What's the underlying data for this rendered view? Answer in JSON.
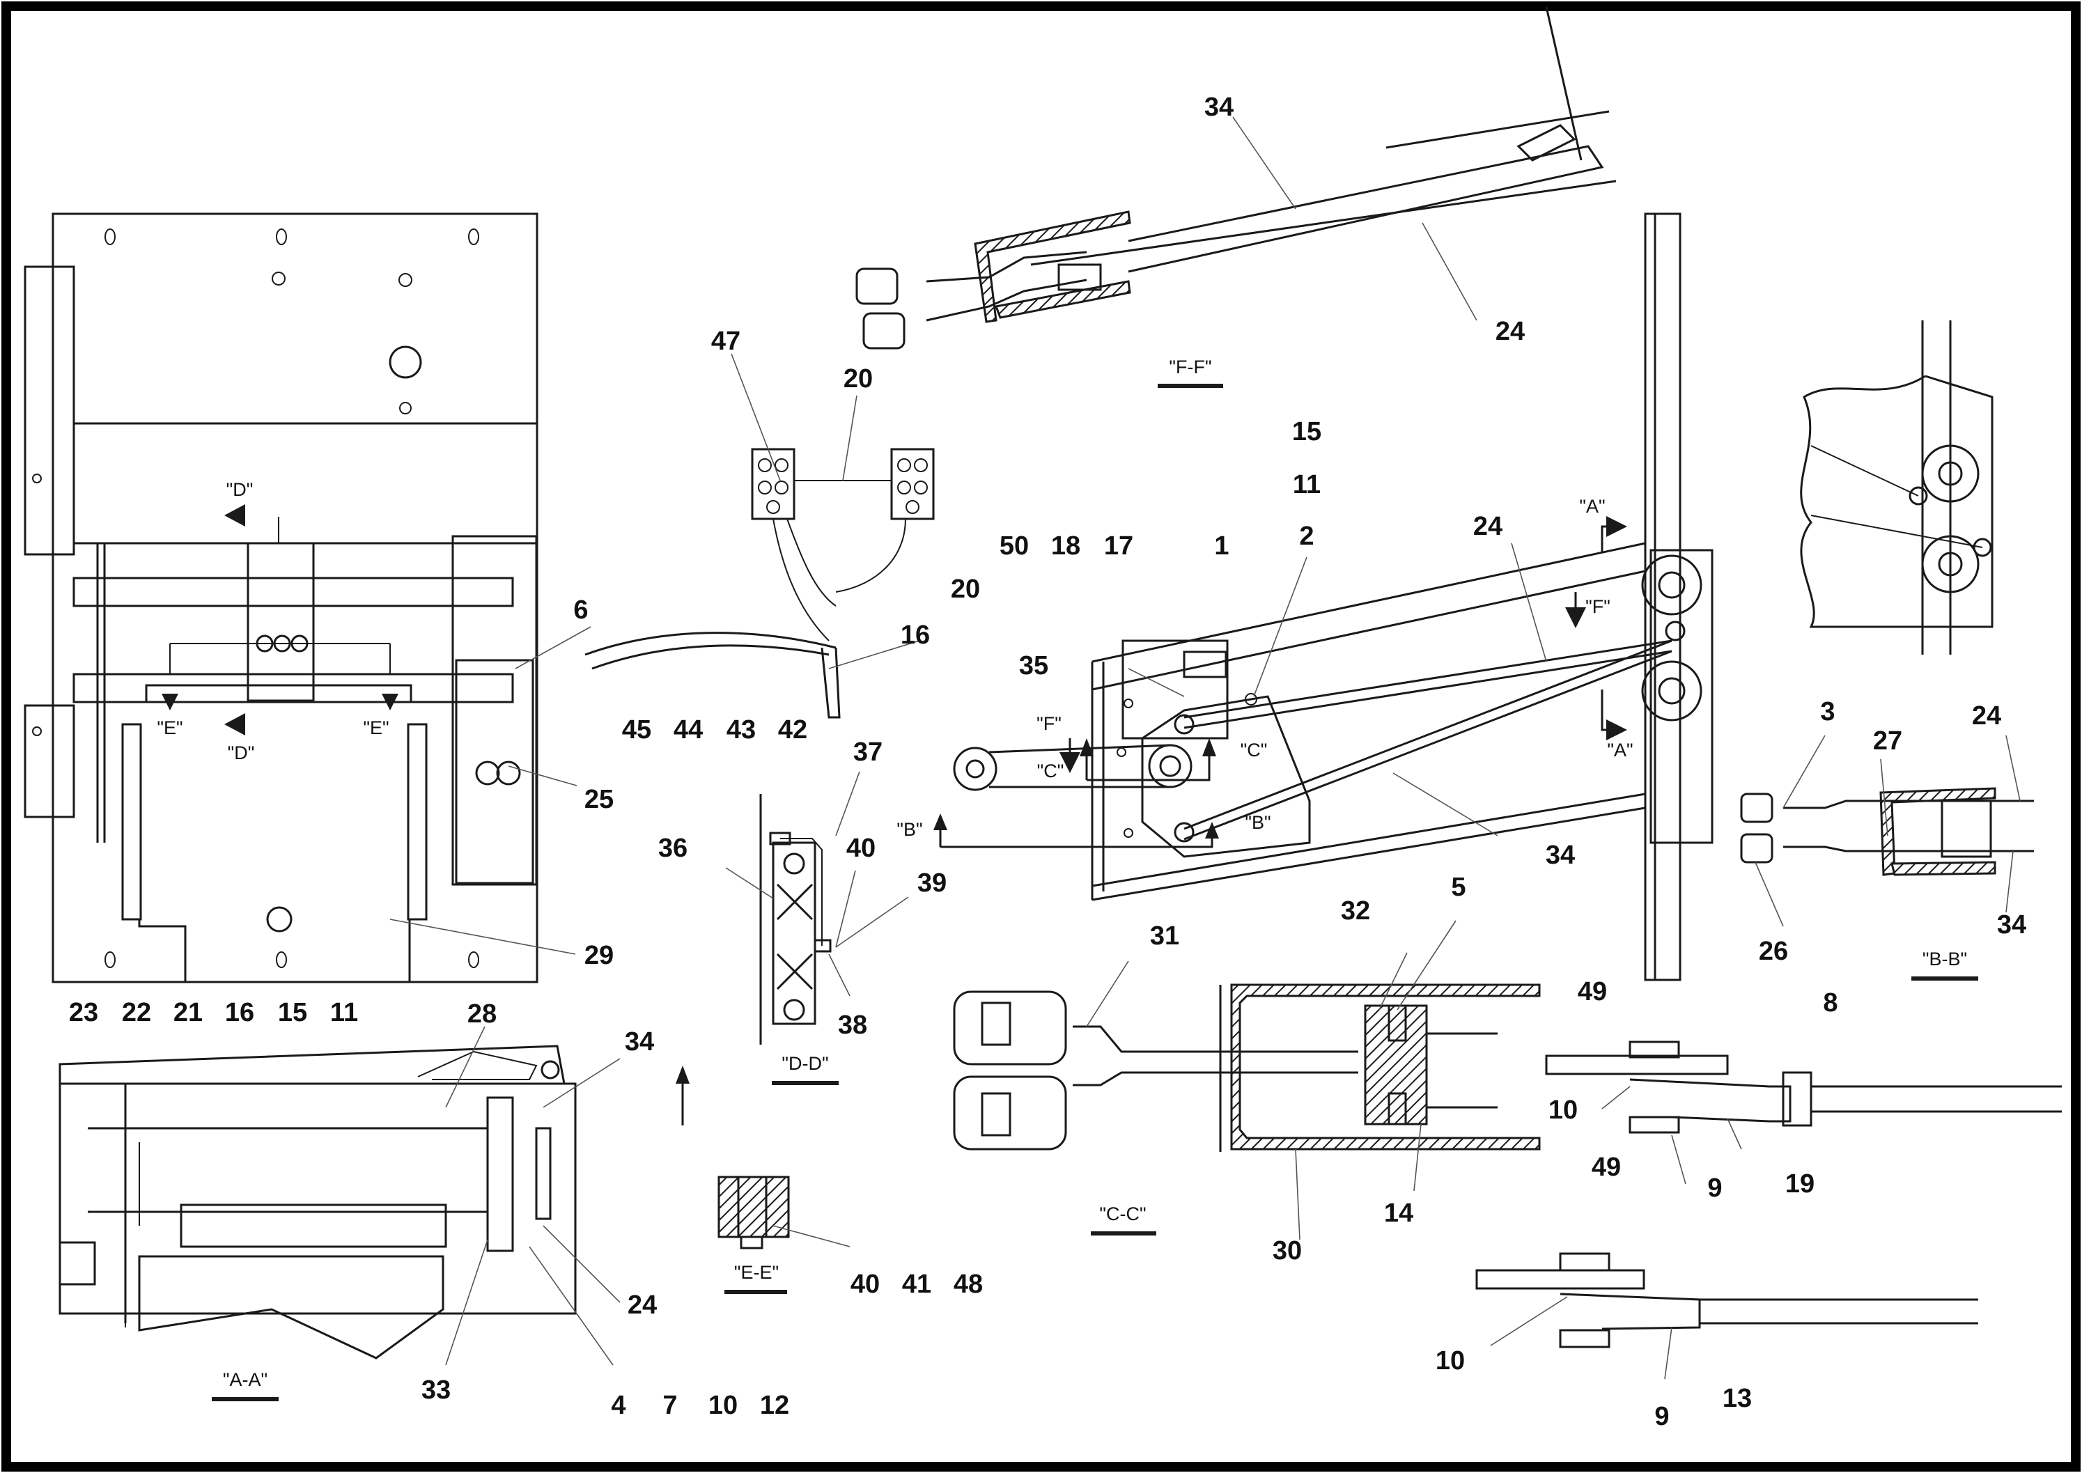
{
  "views": {
    "ff": "\"F-F\"",
    "aa": "\"A-A\"",
    "bb": "\"B-B\"",
    "cc": "\"C-C\"",
    "dd": "\"D-D\"",
    "ee": "\"E-E\""
  },
  "markers": {
    "d_top": "\"D\"",
    "d_bottom": "\"D\"",
    "e_left": "\"E\"",
    "e_right": "\"E\"",
    "a_top": "\"A\"",
    "a_bottom": "\"A\"",
    "f_right": "\"F\"",
    "f_left": "\"F\"",
    "c_left": "\"C\"",
    "c_right": "\"C\"",
    "b_left": "\"B\"",
    "b_right": "\"B\""
  },
  "callouts": {
    "ff_34": "34",
    "ff_24": "24",
    "wire_47": "47",
    "wire_20a": "20",
    "wire_20b": "20",
    "wire_16": "16",
    "main_15": "15",
    "main_11": "11",
    "main_50": "50",
    "main_18": "18",
    "main_17": "17",
    "main_1": "1",
    "main_2": "2",
    "main_24": "24",
    "main_35": "35",
    "main_34": "34",
    "row_45": "45",
    "row_44": "44",
    "row_43": "43",
    "row_42": "42",
    "dd_37": "37",
    "dd_36": "36",
    "dd_40": "40",
    "dd_39": "39",
    "dd_38": "38",
    "left_6": "6",
    "left_25": "25",
    "left_29": "29",
    "row_23": "23",
    "row_22": "22",
    "row_21": "21",
    "row_16": "16",
    "row_15": "15",
    "row_11": "11",
    "aa_28": "28",
    "aa_34": "34",
    "aa_24": "24",
    "aa_33": "33",
    "row_4": "4",
    "row_7": "7",
    "row_10": "10",
    "row_12": "12",
    "ee_40": "40",
    "ee_41": "41",
    "ee_48": "48",
    "cc_31": "31",
    "cc_32": "32",
    "cc_5": "5",
    "cc_30": "30",
    "cc_14": "14",
    "bb_3": "3",
    "bb_27": "27",
    "bb_24": "24",
    "bb_26": "26",
    "bb_34": "34",
    "rod_49a": "49",
    "rod_8": "8",
    "rod_10a": "10",
    "rod_9a": "9",
    "rod_19": "19",
    "rod_49b": "49",
    "rod_10b": "10",
    "rod_9b": "9",
    "rod_13": "13"
  }
}
